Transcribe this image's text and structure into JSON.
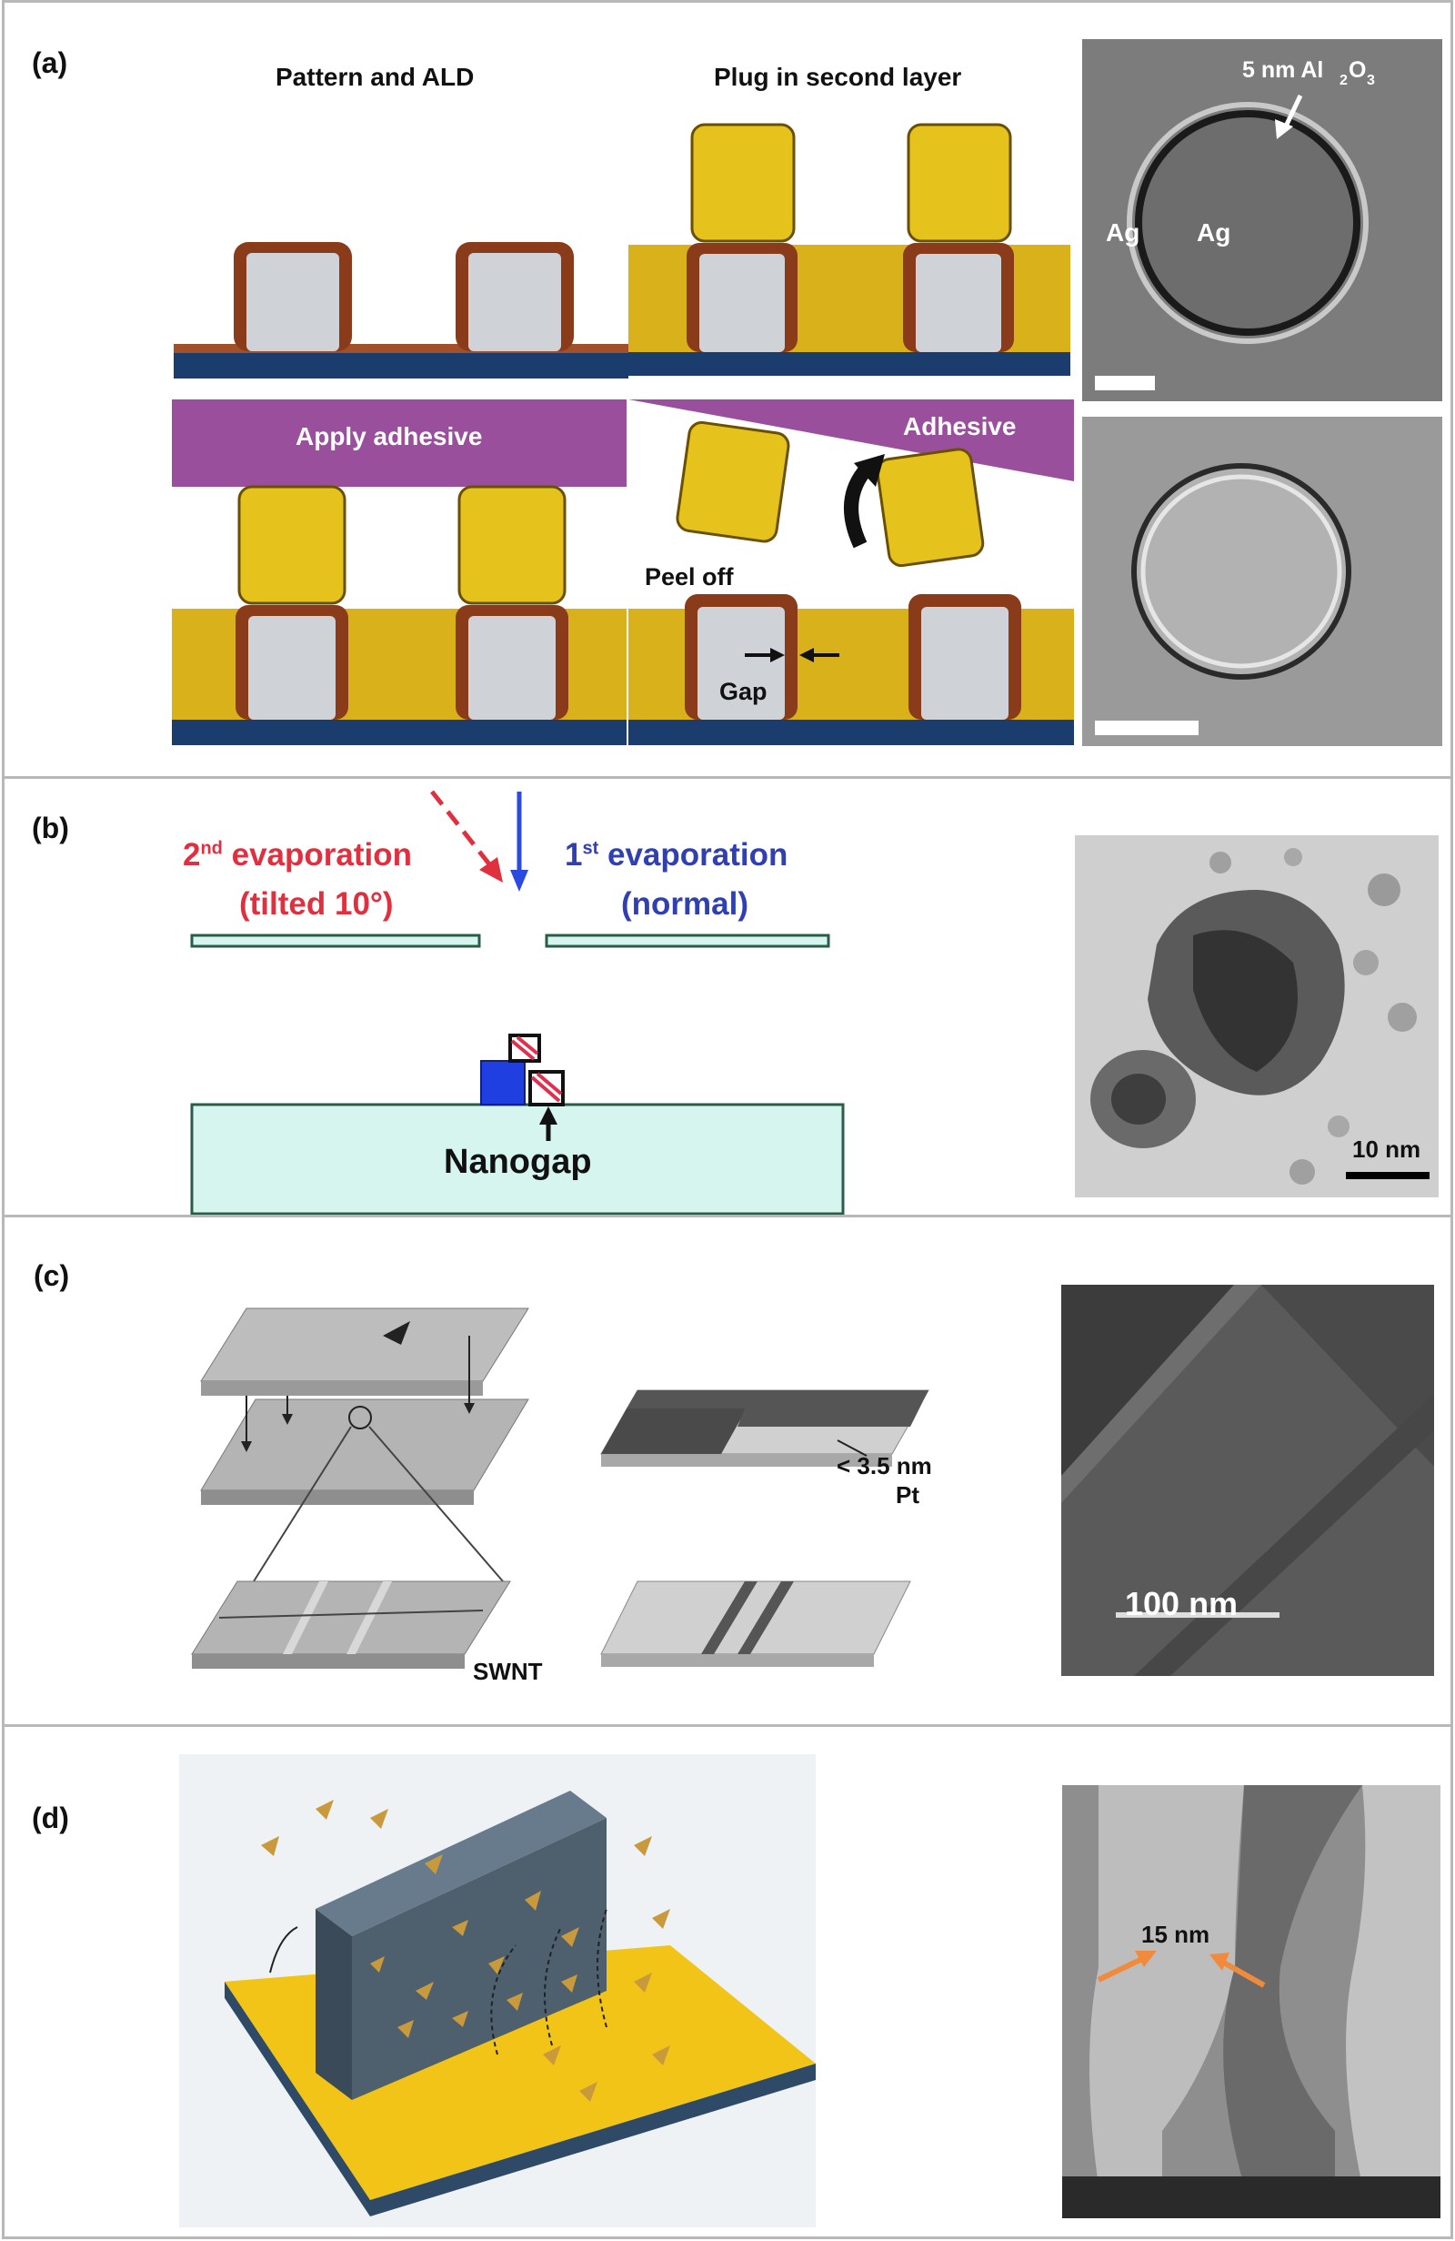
{
  "panel_a": {
    "label": "(a)",
    "step1": "Pattern and ALD",
    "step2": "Plug in second layer",
    "step3": "Apply adhesive",
    "step4_adhesive": "Adhesive",
    "peel_off": "Peel off",
    "gap": "Gap",
    "sem_top": {
      "thickness_label": "5 nm Al",
      "sub2": "2",
      "O": "O",
      "sub3": "3",
      "ag_left": "Ag",
      "ag_right": "Ag"
    }
  },
  "panel_b": {
    "label": "(b)",
    "second_evap_num": "2",
    "second_evap_sup": "nd",
    "second_evap_text": " evaporation",
    "second_evap_sub": "(tilted 10°)",
    "first_evap_num": "1",
    "first_evap_sup": "st",
    "first_evap_text": " evaporation",
    "first_evap_sub": "(normal)",
    "nanogap": "Nanogap",
    "scale": "10 nm",
    "colors": {
      "second": "#e03040",
      "first": "#3040b0",
      "substrate": "#d6f5ee",
      "block": "#1f3fe0"
    }
  },
  "panel_c": {
    "label": "(c)",
    "thickness": "< 3.5 nm",
    "metal": "Pt",
    "swnt": "SWNT",
    "scale": "100 nm"
  },
  "panel_d": {
    "label": "(d)",
    "gap": "15 nm",
    "colors": {
      "arrow": "#f08a3c",
      "gold": "#f2c418",
      "slab": "#5d7080"
    }
  }
}
